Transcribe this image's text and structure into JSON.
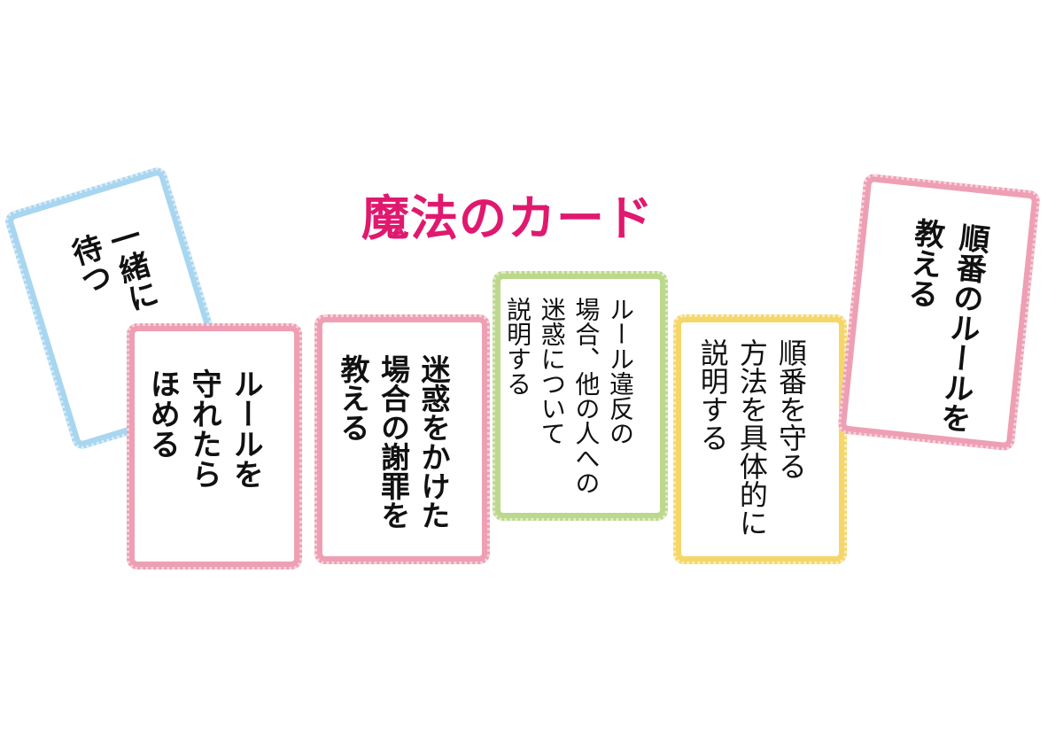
{
  "title": "魔法のカード",
  "colors": {
    "title": "#e0196f",
    "blue_frame": "#a8d6f0",
    "pink_frame": "#ee9fb4",
    "green_frame": "#bcd88c",
    "yellow_frame": "#f5d769"
  },
  "cards": [
    {
      "id": "wait-together",
      "color": "blue",
      "text": "一緒に\n待つ"
    },
    {
      "id": "praise-rules",
      "color": "pink",
      "text": "ルールを\n守れたら\nほめる"
    },
    {
      "id": "teach-apology",
      "color": "pink",
      "text": "迷惑をかけた\n場合の謝罪を\n教える"
    },
    {
      "id": "explain-violation",
      "color": "green",
      "text": "ルール違反の\n場合、他の人への\n迷惑について\n説明する"
    },
    {
      "id": "explain-turns",
      "color": "yellow",
      "text": "順番を守る\n方法を具体的に\n説明する"
    },
    {
      "id": "teach-turn-rules",
      "color": "pink",
      "text": "順番のルールを\n教える"
    }
  ]
}
